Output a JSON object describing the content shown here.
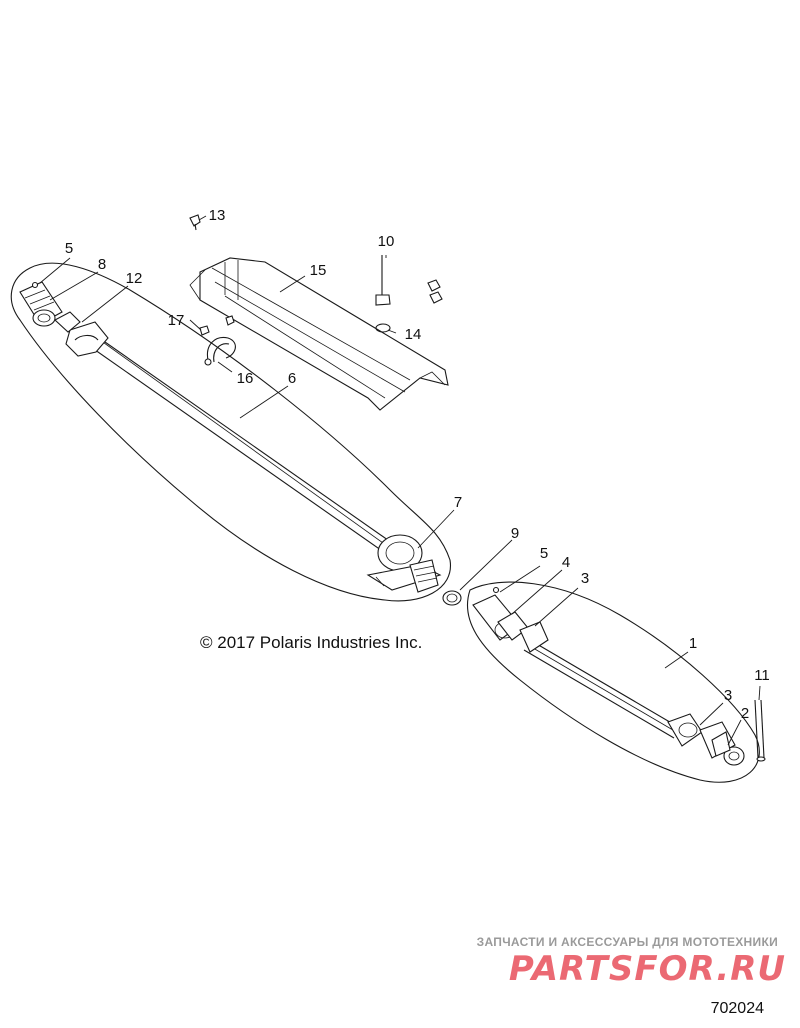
{
  "callouts": [
    {
      "id": "c1",
      "label": "1"
    },
    {
      "id": "c2",
      "label": "2"
    },
    {
      "id": "c3a",
      "label": "3"
    },
    {
      "id": "c3b",
      "label": "3"
    },
    {
      "id": "c4",
      "label": "4"
    },
    {
      "id": "c5a",
      "label": "5"
    },
    {
      "id": "c5b",
      "label": "5"
    },
    {
      "id": "c6",
      "label": "6"
    },
    {
      "id": "c7",
      "label": "7"
    },
    {
      "id": "c8",
      "label": "8"
    },
    {
      "id": "c9",
      "label": "9"
    },
    {
      "id": "c10",
      "label": "10"
    },
    {
      "id": "c11",
      "label": "11"
    },
    {
      "id": "c12",
      "label": "12"
    },
    {
      "id": "c13",
      "label": "13"
    },
    {
      "id": "c14",
      "label": "14"
    },
    {
      "id": "c15",
      "label": "15"
    },
    {
      "id": "c16",
      "label": "16"
    },
    {
      "id": "c17",
      "label": "17"
    }
  ],
  "copyright": "© 2017 Polaris Industries Inc.",
  "watermark": {
    "tagline": "ЗАПЧАСТИ И АКСЕССУАРЫ ДЛЯ МОТОТЕХНИКИ",
    "logo": "PARTSFOR.RU"
  },
  "figure_number": "702024",
  "colors": {
    "line": "#1a1a1a",
    "watermark_red": "#e8505b",
    "watermark_gray": "#9a9a9a"
  }
}
